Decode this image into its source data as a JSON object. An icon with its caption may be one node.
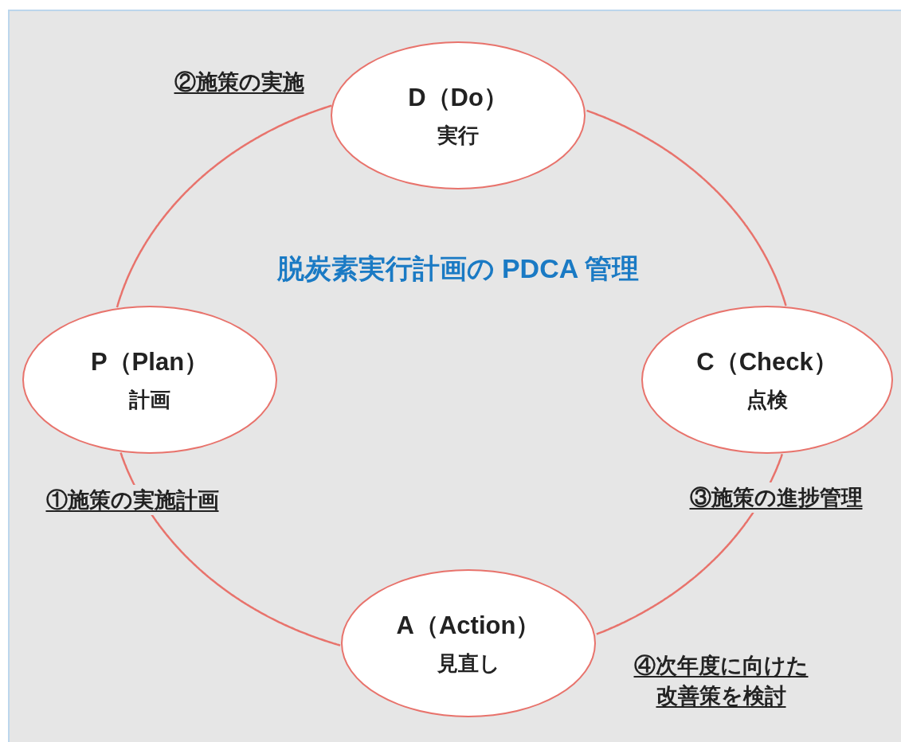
{
  "diagram": {
    "title": "脱炭素実行計画の PDCA 管理",
    "nodes": [
      {
        "text": [
          "D（Do）",
          "実行"
        ]
      },
      {
        "text": [
          "P（Plan）",
          "計画"
        ]
      },
      {
        "text": [
          "C（Check）",
          "点検"
        ]
      },
      {
        "text": [
          "A（Action）",
          "見直し"
        ]
      }
    ],
    "edges": [
      {
        "from": 1,
        "to": 0,
        "arrow": "none"
      },
      {
        "from": 0,
        "to": 2,
        "arrow": "none"
      },
      {
        "from": 2,
        "to": 3,
        "arrow": "none"
      },
      {
        "from": 3,
        "to": 1,
        "arrow": "none"
      }
    ],
    "labels": [
      "②施策の実施",
      "①施策の実施計画",
      "③施策の進捗管理",
      "④次年度に向けた改善策を検討"
    ]
  }
}
